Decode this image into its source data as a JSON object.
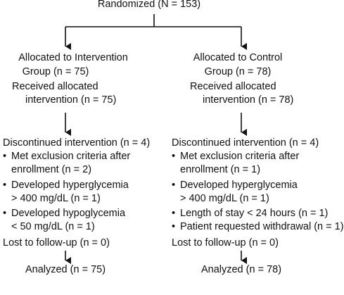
{
  "top": {
    "label": "Randomized (N = 153)"
  },
  "left": {
    "allocated": [
      "Allocated to Intervention",
      "Group (n = 75)"
    ],
    "received": [
      "Received allocated",
      "intervention (n = 75)"
    ],
    "discontinued_title": "Discontinued intervention (n = 4)",
    "reasons": [
      [
        "Met exclusion criteria after",
        "enrollment (n = 2)"
      ],
      [
        "Developed hyperglycemia",
        "> 400 mg/dL (n = 1)"
      ],
      [
        "Developed hypoglycemia",
        "< 50 mg/dL (n = 1)"
      ]
    ],
    "lost": "Lost to follow-up (n = 0)",
    "analyzed": "Analyzed (n = 75)"
  },
  "right": {
    "allocated": [
      "Allocated to Control",
      "Group (n = 78)"
    ],
    "received": [
      "Received allocated",
      "intervention (n = 78)"
    ],
    "discontinued_title": "Discontinued intervention (n = 4)",
    "reasons": [
      [
        "Met exclusion criteria after",
        "enrollment (n = 1)"
      ],
      [
        "Developed hyperglycemia",
        "> 400 mg/dL (n = 1)"
      ],
      [
        "Length of stay < 24 hours (n = 1)"
      ],
      [
        "Patient requested withdrawal (n = 1)"
      ]
    ],
    "lost": "Lost to follow-up (n = 0)",
    "analyzed": "Analyzed (n = 78)"
  }
}
